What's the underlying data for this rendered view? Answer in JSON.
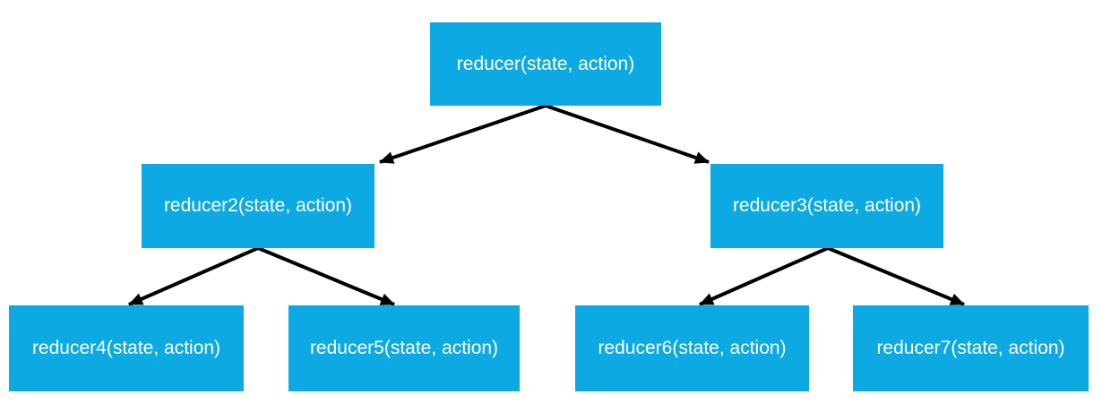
{
  "diagram": {
    "type": "tree",
    "background_color": "#ffffff",
    "node_fill_color": "#0ca9e2",
    "node_text_color": "#ffffff",
    "arrow_color": "#000000",
    "nodes": {
      "root": {
        "label": "reducer(state, action)"
      },
      "reducer2": {
        "label": "reducer2(state, action)"
      },
      "reducer3": {
        "label": "reducer3(state, action)"
      },
      "reducer4": {
        "label": "reducer4(state, action)"
      },
      "reducer5": {
        "label": "reducer5(state, action)"
      },
      "reducer6": {
        "label": "reducer6(state, action)"
      },
      "reducer7": {
        "label": "reducer7(state, action)"
      }
    },
    "edges": [
      {
        "from": "root",
        "to": "reducer2"
      },
      {
        "from": "root",
        "to": "reducer3"
      },
      {
        "from": "reducer2",
        "to": "reducer4"
      },
      {
        "from": "reducer2",
        "to": "reducer5"
      },
      {
        "from": "reducer3",
        "to": "reducer6"
      },
      {
        "from": "reducer3",
        "to": "reducer7"
      }
    ]
  }
}
